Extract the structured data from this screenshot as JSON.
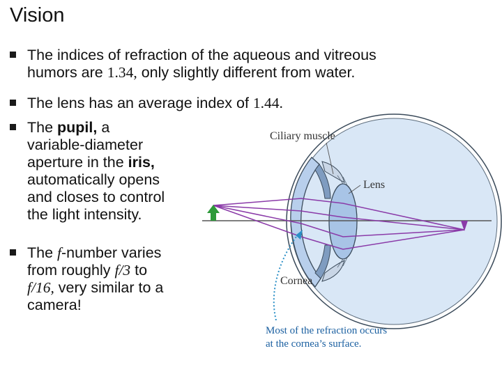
{
  "title": "Vision",
  "bullets": [
    {
      "line1": "The indices of refraction of the aqueous and vitreous",
      "line2_pre": "humors are ",
      "line2_value": "1.34,",
      "line2_post": " only slightly different from water."
    },
    {
      "pre": "The lens has an average index of ",
      "value": "1.44."
    },
    {
      "pre": "The ",
      "term1": "pupil,",
      "mid1": " a",
      "line2": "variable-diameter",
      "line3_pre": "aperture in the ",
      "term2": "iris,",
      "line4": "automatically opens",
      "line5": "and closes to control",
      "line6": "the light intensity."
    },
    {
      "pre": "The ",
      "f_label": "f",
      "post": "-number varies",
      "line2_pre": "from roughly ",
      "f_value_low": "f/3",
      "line2_post": " to",
      "f_value_high": "f/16,",
      "line3_post": " very similar to a",
      "line4": "camera!"
    }
  ],
  "diagram": {
    "labels": {
      "ciliary_muscle": "Ciliary muscle",
      "lens": "Lens",
      "cornea": "Cornea"
    },
    "note_line1": "Most of the refraction occurs",
    "note_line2": "at the cornea’s surface.",
    "colors": {
      "eye_fill": "#d9e7f6",
      "eye_outline": "#3a4a5a",
      "cornea_fill": "#b8cfec",
      "lens_fill": "#a8c4e6",
      "rays": "#8a3aa8",
      "object_arrow": "#2e9a3a",
      "pointer": "#2a8fc6",
      "note": "#1a5fa0"
    }
  }
}
